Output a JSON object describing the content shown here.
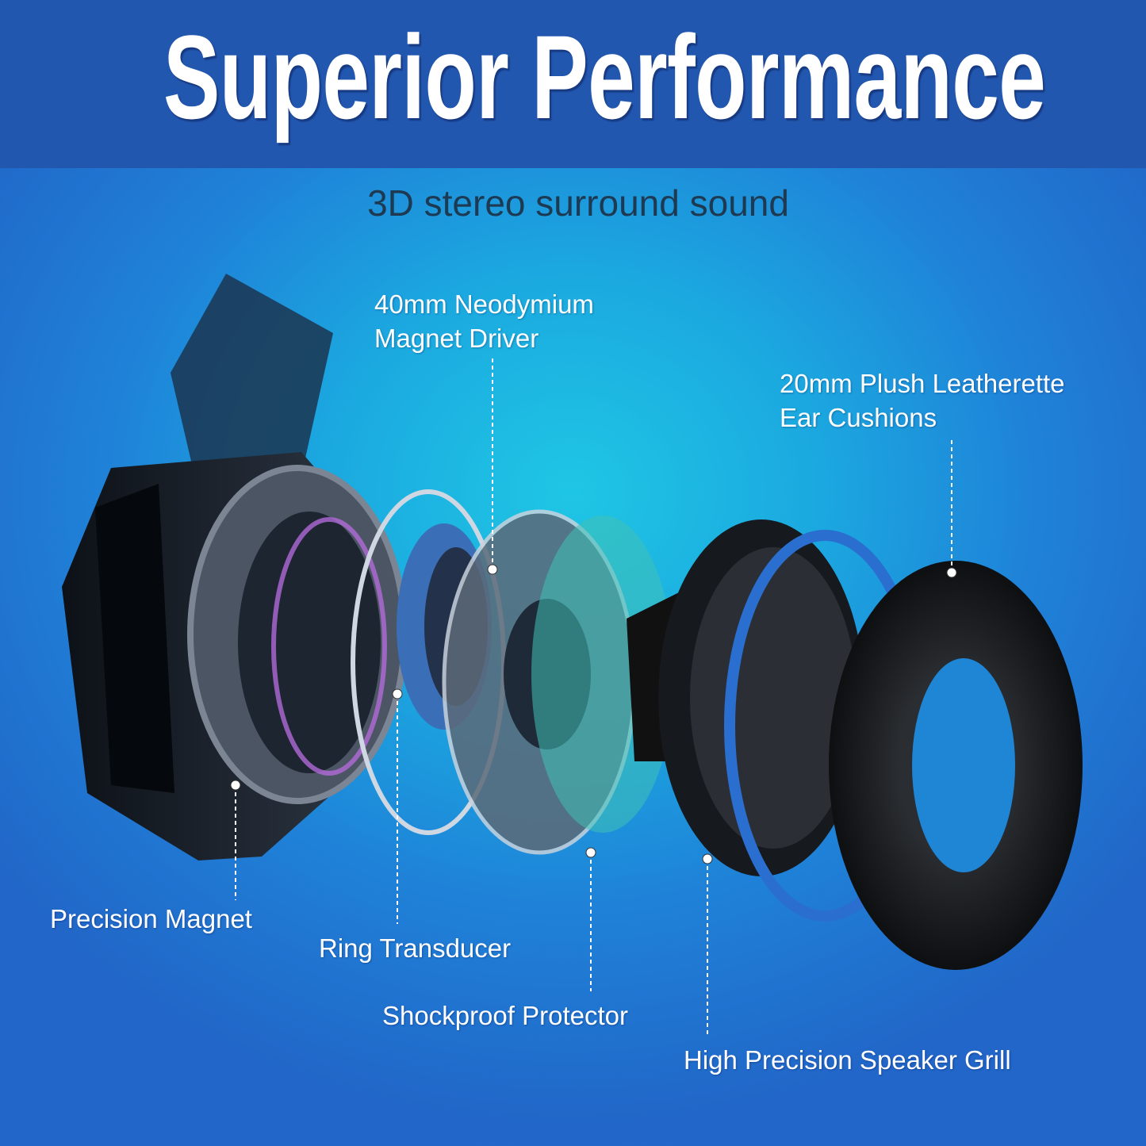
{
  "header": {
    "title": "Superior Performance",
    "background_color": "#2257b0"
  },
  "subtitle": "3D stereo surround sound",
  "callouts": [
    {
      "id": "driver",
      "lines": [
        "40mm Neodymium",
        "Magnet Driver"
      ]
    },
    {
      "id": "cushions",
      "lines": [
        "20mm Plush Leatherette",
        "Ear Cushions"
      ]
    },
    {
      "id": "magnet",
      "lines": [
        "Precision Magnet"
      ]
    },
    {
      "id": "ring",
      "lines": [
        "Ring Transducer"
      ]
    },
    {
      "id": "protector",
      "lines": [
        "Shockproof Protector"
      ]
    },
    {
      "id": "grill",
      "lines": [
        "High Precision Speaker Grill"
      ]
    }
  ],
  "colors": {
    "accent_ring": "#2a6fd0",
    "cushion": "#141618",
    "text": "#ffffff"
  }
}
